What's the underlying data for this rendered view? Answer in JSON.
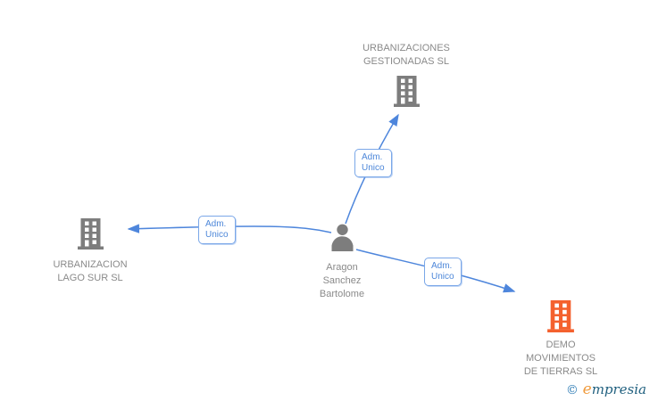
{
  "diagram": {
    "nodes": {
      "company_top": {
        "lines": [
          "URBANIZACIONES",
          "GESTIONADAS SL"
        ],
        "icon": "building-icon",
        "icon_color": "#7d7d7d"
      },
      "company_left": {
        "lines": [
          "URBANIZACION",
          "LAGO SUR SL"
        ],
        "icon": "building-icon",
        "icon_color": "#7d7d7d"
      },
      "person_center": {
        "lines": [
          "Aragon",
          "Sanchez",
          "Bartolome"
        ],
        "icon": "person-icon",
        "icon_color": "#7d7d7d"
      },
      "company_bottom_right": {
        "lines": [
          "DEMO",
          "MOVIMIENTOS",
          "DE TIERRAS SL"
        ],
        "icon": "building-icon",
        "icon_color": "#f4612e"
      }
    },
    "edges": [
      {
        "from": "person_center",
        "to": "company_top",
        "label_lines": [
          "Adm.",
          "Unico"
        ]
      },
      {
        "from": "person_center",
        "to": "company_left",
        "label_lines": [
          "Adm.",
          "Unico"
        ]
      },
      {
        "from": "person_center",
        "to": "company_bottom_right",
        "label_lines": [
          "Adm.",
          "Unico"
        ]
      }
    ],
    "colors": {
      "edge_line": "#4e86dc",
      "label_border": "#7aa7e8",
      "label_text": "#4d87d9",
      "company_text": "#8a8a8a",
      "icon_gray": "#7d7d7d",
      "icon_accent_orange": "#f4612e"
    }
  },
  "footer": {
    "copyright_symbol": "©",
    "brand_initial": "e",
    "brand_rest": "mpresia",
    "colors": {
      "copyright": "#2e7cb5",
      "brand_initial": "#f09c3f",
      "brand_rest": "#20607f"
    }
  }
}
